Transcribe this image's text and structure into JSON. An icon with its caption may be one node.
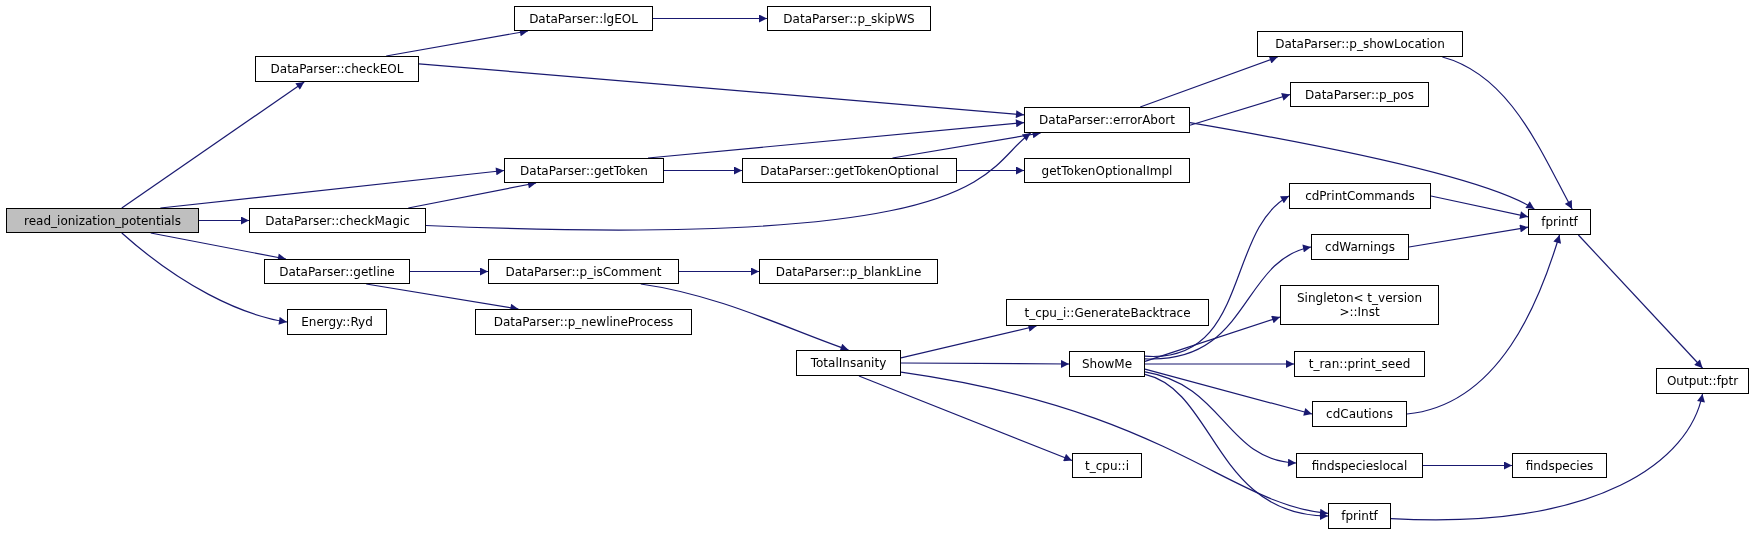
{
  "diagram": {
    "nodes": [
      {
        "text": [
          "read_ionization_potentials"
        ]
      },
      {
        "text": [
          "DataParser::checkEOL"
        ]
      },
      {
        "text": [
          "DataParser::lgEOL"
        ]
      },
      {
        "text": [
          "DataParser::p_skipWS"
        ]
      },
      {
        "text": [
          "DataParser::getToken"
        ]
      },
      {
        "text": [
          "DataParser::getTokenOptional"
        ]
      },
      {
        "text": [
          "DataParser::checkMagic"
        ]
      },
      {
        "text": [
          "DataParser::getline"
        ]
      },
      {
        "text": [
          "DataParser::p_isComment"
        ]
      },
      {
        "text": [
          "DataParser::p_blankLine"
        ]
      },
      {
        "text": [
          "Energy::Ryd"
        ]
      },
      {
        "text": [
          "DataParser::p_newlineProcess"
        ]
      },
      {
        "text": [
          "TotalInsanity"
        ]
      },
      {
        "text": [
          "DataParser::errorAbort"
        ]
      },
      {
        "text": [
          "DataParser::p_showLocation"
        ]
      },
      {
        "text": [
          "DataParser::p_pos"
        ]
      },
      {
        "text": [
          "getTokenOptionalImpl"
        ]
      },
      {
        "text": [
          "t_cpu_i::GenerateBacktrace"
        ]
      },
      {
        "text": [
          "ShowMe"
        ]
      },
      {
        "text": [
          "t_cpu::i"
        ]
      },
      {
        "text": [
          "cdPrintCommands"
        ]
      },
      {
        "text": [
          "cdWarnings"
        ]
      },
      {
        "text": [
          "Singleton< t_version >::Inst"
        ]
      },
      {
        "text": [
          "t_ran::print_seed"
        ]
      },
      {
        "text": [
          "cdCautions"
        ]
      },
      {
        "text": [
          "findspecieslocal"
        ]
      },
      {
        "text": [
          "findspecies"
        ]
      },
      {
        "text": [
          "fprintf"
        ]
      },
      {
        "text": [
          "fprintf"
        ]
      },
      {
        "text": [
          "Output::fptr"
        ]
      }
    ],
    "edges": [
      {
        "from": 0,
        "to": 1,
        "arrow": "to"
      },
      {
        "from": 0,
        "to": 4,
        "arrow": "to"
      },
      {
        "from": 0,
        "to": 6,
        "arrow": "to"
      },
      {
        "from": 0,
        "to": 7,
        "arrow": "to"
      },
      {
        "from": 0,
        "to": 10,
        "arrow": "to"
      },
      {
        "from": 1,
        "to": 2,
        "arrow": "to"
      },
      {
        "from": 1,
        "to": 13,
        "arrow": "to"
      },
      {
        "from": 2,
        "to": 3,
        "arrow": "to"
      },
      {
        "from": 4,
        "to": 13,
        "arrow": "to"
      },
      {
        "from": 4,
        "to": 5,
        "arrow": "to"
      },
      {
        "from": 5,
        "to": 13,
        "arrow": "to"
      },
      {
        "from": 5,
        "to": 16,
        "arrow": "to"
      },
      {
        "from": 6,
        "to": 4,
        "arrow": "to"
      },
      {
        "from": 6,
        "to": 13,
        "arrow": "to"
      },
      {
        "from": 7,
        "to": 8,
        "arrow": "to"
      },
      {
        "from": 7,
        "to": 11,
        "arrow": "to"
      },
      {
        "from": 8,
        "to": 9,
        "arrow": "to"
      },
      {
        "from": 8,
        "to": 12,
        "arrow": "to"
      },
      {
        "from": 12,
        "to": 17,
        "arrow": "to"
      },
      {
        "from": 12,
        "to": 18,
        "arrow": "to"
      },
      {
        "from": 12,
        "to": 28,
        "arrow": "to"
      },
      {
        "from": 12,
        "to": 19,
        "arrow": "to"
      },
      {
        "from": 13,
        "to": 14,
        "arrow": "to"
      },
      {
        "from": 13,
        "to": 15,
        "arrow": "to"
      },
      {
        "from": 13,
        "to": 27,
        "arrow": "to"
      },
      {
        "from": 14,
        "to": 27,
        "arrow": "to"
      },
      {
        "from": 18,
        "to": 20,
        "arrow": "to"
      },
      {
        "from": 18,
        "to": 21,
        "arrow": "to"
      },
      {
        "from": 18,
        "to": 22,
        "arrow": "to"
      },
      {
        "from": 18,
        "to": 23,
        "arrow": "to"
      },
      {
        "from": 18,
        "to": 24,
        "arrow": "to"
      },
      {
        "from": 18,
        "to": 25,
        "arrow": "to"
      },
      {
        "from": 18,
        "to": 28,
        "arrow": "to"
      },
      {
        "from": 20,
        "to": 27,
        "arrow": "to"
      },
      {
        "from": 21,
        "to": 27,
        "arrow": "to"
      },
      {
        "from": 24,
        "to": 27,
        "arrow": "to"
      },
      {
        "from": 25,
        "to": 26,
        "arrow": "to"
      },
      {
        "from": 27,
        "to": 29,
        "arrow": "to"
      },
      {
        "from": 28,
        "to": 29,
        "arrow": "to"
      }
    ]
  }
}
